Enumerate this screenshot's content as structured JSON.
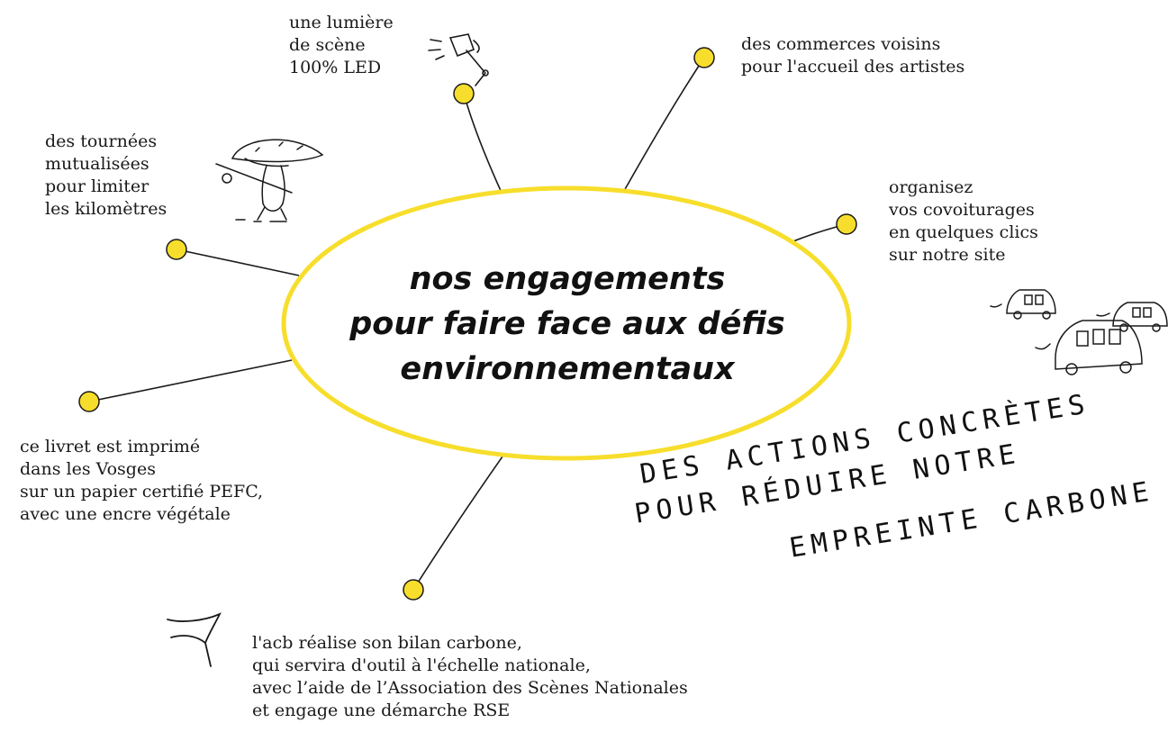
{
  "colors": {
    "accent": "#f7de2c",
    "ink": "#1a1a1a"
  },
  "center": {
    "title": "nos engagements\npour faire face aux défis\nenvironnementaux"
  },
  "handwritten": {
    "line1": "DES ACTIONS CONCRÈTES",
    "line2": "POUR RÉDUIRE NOTRE",
    "line3": "EMPREINTE CARBONE"
  },
  "commitments": [
    {
      "id": "lumiere",
      "text": "une lumière\nde scène\n100% LED",
      "icon": "lamp-icon"
    },
    {
      "id": "commerces",
      "text": "des commerces voisins\npour l'accueil des artistes"
    },
    {
      "id": "covoiturage",
      "text": "organisez\nvos covoiturages\nen quelques clics\nsur notre site",
      "icon": "cars-icon"
    },
    {
      "id": "tournees",
      "text": "des tournées\nmutualisées\npour limiter\nles kilomètres",
      "icon": "mushroom-traveler-icon"
    },
    {
      "id": "livret",
      "text": "ce livret est imprimé\ndans les Vosges\nsur un papier certifié PEFC,\navec une encre végétale"
    },
    {
      "id": "bilan",
      "text": "l'acb réalise son bilan carbone,\nqui servira d'outil à l'échelle nationale,\navec l’aide de l’Association des Scènes Nationales\net engage une démarche RSE",
      "icon": "flag-icon"
    }
  ]
}
